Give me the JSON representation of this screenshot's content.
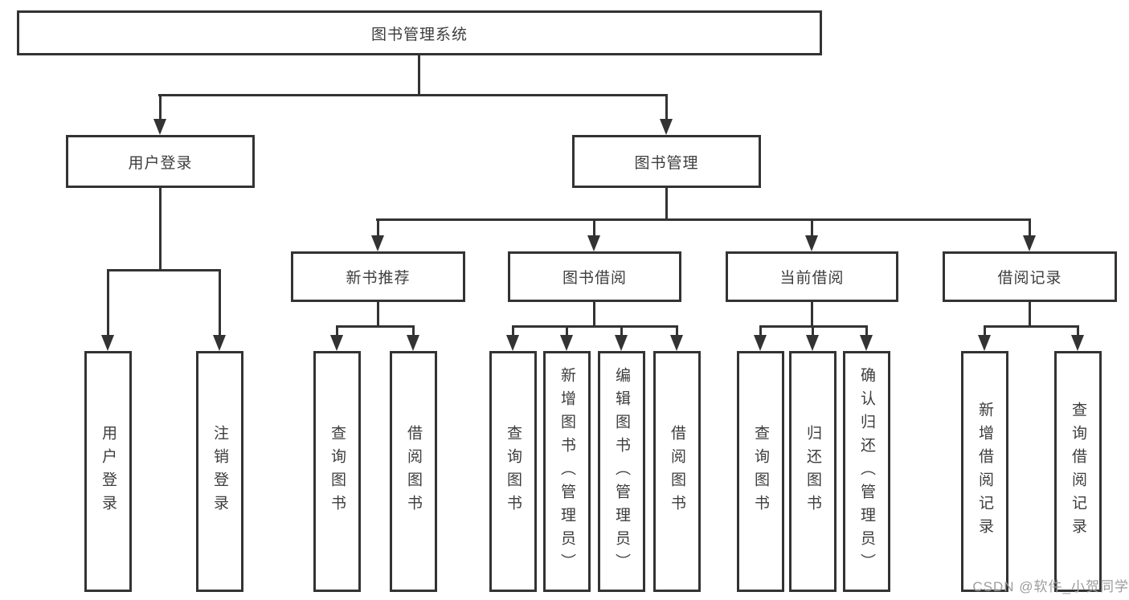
{
  "diagram": {
    "root": {
      "label": "图书管理系统"
    },
    "level1": [
      {
        "label": "用户登录",
        "children": [
          {
            "label": "用户登录"
          },
          {
            "label": "注销登录"
          }
        ]
      },
      {
        "label": "图书管理",
        "groups": [
          {
            "label": "新书推荐",
            "children": [
              {
                "label": "查询图书"
              },
              {
                "label": "借阅图书"
              }
            ]
          },
          {
            "label": "图书借阅",
            "children": [
              {
                "label": "查询图书"
              },
              {
                "label": "新增图书（管理员）"
              },
              {
                "label": "编辑图书（管理员）"
              },
              {
                "label": "借阅图书"
              }
            ]
          },
          {
            "label": "当前借阅",
            "children": [
              {
                "label": "查询图书"
              },
              {
                "label": "归还图书"
              },
              {
                "label": "确认归还（管理员）"
              }
            ]
          },
          {
            "label": "借阅记录",
            "children": [
              {
                "label": "新增借阅记录"
              },
              {
                "label": "查询借阅记录"
              }
            ]
          }
        ]
      }
    ]
  },
  "watermark": {
    "text": "CSDN @软件_小贺同学"
  },
  "colors": {
    "line": "#333333",
    "text": "#3d3d3d",
    "watermark": "#9c9c9c",
    "background": "#ffffff"
  }
}
